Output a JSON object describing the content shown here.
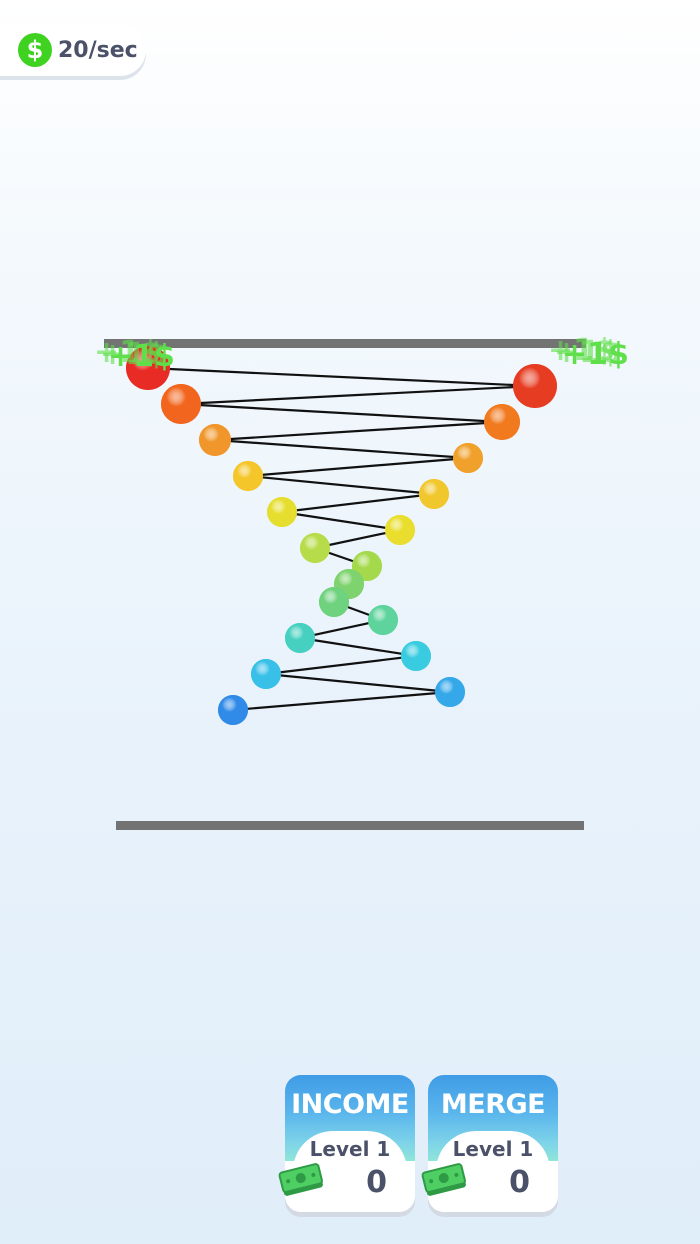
{
  "hud": {
    "currency_symbol": "$",
    "income_rate": "20/sec"
  },
  "scene": {
    "floating_rewards": [
      {
        "side": "left",
        "text": "+1$"
      },
      {
        "side": "right",
        "text": "+1$"
      }
    ],
    "reward_color": "#5fe04a",
    "bar_color": "#737373",
    "ball_colors": [
      "#e82b24",
      "#e63c22",
      "#f2651e",
      "#f1791e",
      "#f0962a",
      "#f0a12c",
      "#f4c62a",
      "#f1c72e",
      "#e6de2e",
      "#e9de2e",
      "#b6dc4a",
      "#a4d94c",
      "#7fd36e",
      "#6fd27e",
      "#5ed49c",
      "#45d0c0",
      "#39cce0",
      "#38c0e8",
      "#35a8ea",
      "#2f8ae8",
      "#2a6ee4",
      "#2d5de2",
      "#2640dc"
    ]
  },
  "upgrades": [
    {
      "id": "income",
      "title": "INCOME",
      "level": "Level 1",
      "cost": "0"
    },
    {
      "id": "merge",
      "title": "MERGE",
      "level": "Level 1",
      "cost": "0"
    }
  ],
  "colors": {
    "coin": "#3fd220",
    "text_dark": "#4a5168",
    "card_header_top": "#3f9ce6",
    "card_header_bottom": "#8fe6d8",
    "money_green": "#3fbf5a"
  }
}
